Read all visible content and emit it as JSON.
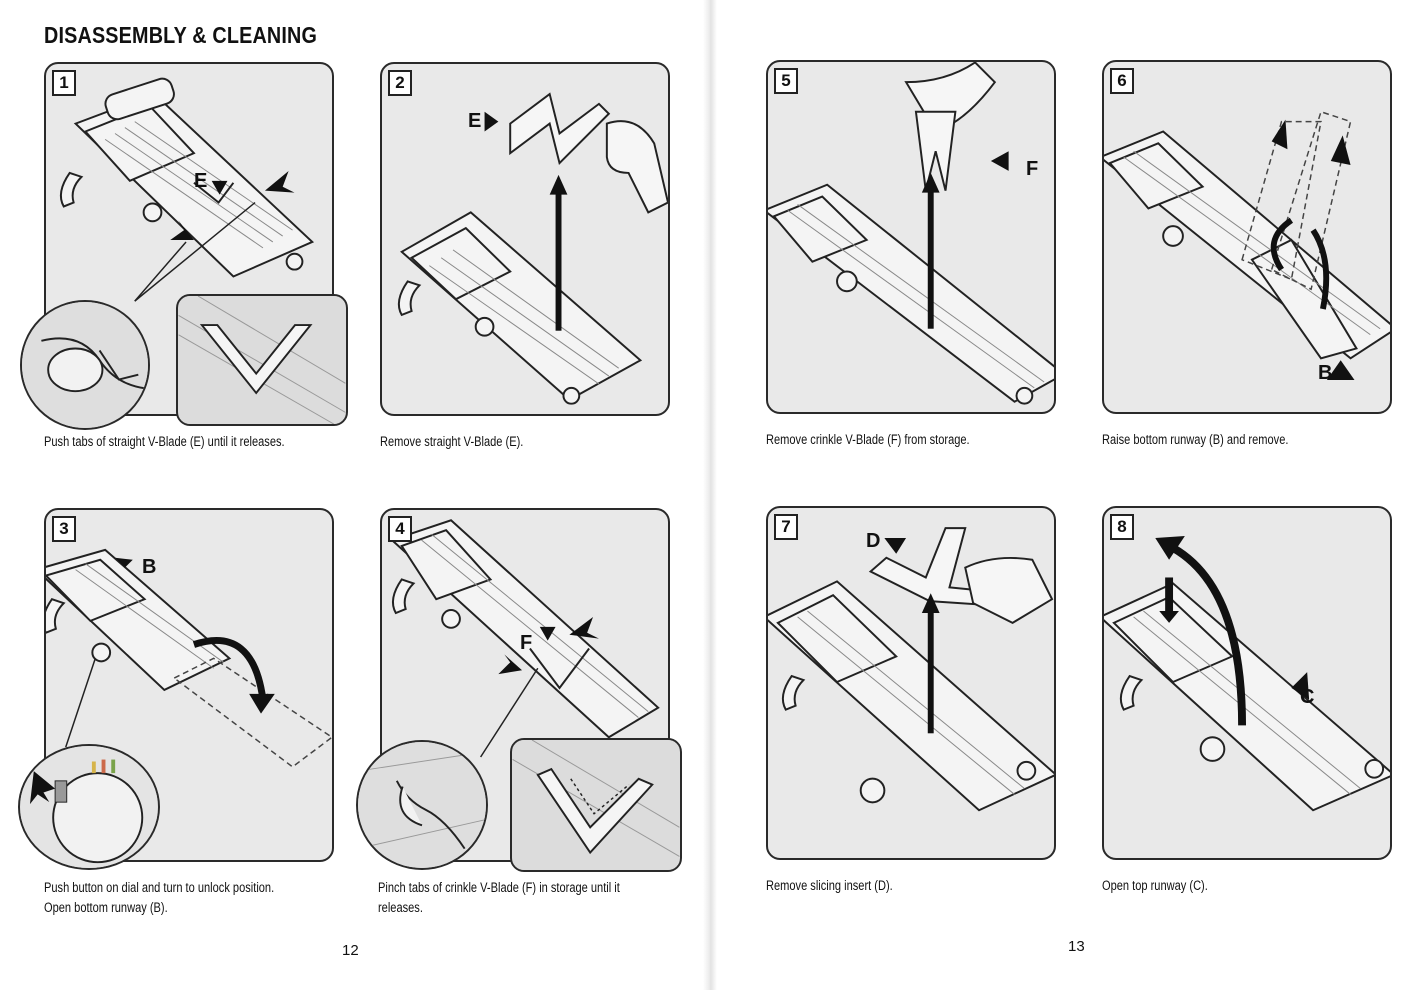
{
  "title": "DISASSEMBLY & CLEANING",
  "steps": [
    {
      "number": "1",
      "caption_lines": [
        "Push tabs of straight V-Blade (E) until it releases."
      ],
      "callouts": [
        "E"
      ]
    },
    {
      "number": "2",
      "caption_lines": [
        "Remove straight V-Blade (E)."
      ],
      "callouts": [
        "E"
      ]
    },
    {
      "number": "3",
      "caption_lines": [
        "Push button on dial and turn to unlock position.",
        "Open bottom runway (B)."
      ],
      "callouts": [
        "B"
      ]
    },
    {
      "number": "4",
      "caption_lines": [
        "Pinch tabs of crinkle V-Blade (F) in storage until it",
        "releases."
      ],
      "callouts": [
        "F"
      ]
    },
    {
      "number": "5",
      "caption_lines": [
        "Remove crinkle V-Blade (F) from storage."
      ],
      "callouts": [
        "F"
      ]
    },
    {
      "number": "6",
      "caption_lines": [
        "Raise bottom runway (B) and remove."
      ],
      "callouts": [
        "B"
      ]
    },
    {
      "number": "7",
      "caption_lines": [
        "Remove slicing insert (D)."
      ],
      "callouts": [
        "D"
      ]
    },
    {
      "number": "8",
      "caption_lines": [
        "Open top runway (C)."
      ],
      "callouts": [
        "C"
      ]
    }
  ],
  "page_numbers": {
    "left": "12",
    "right": "13"
  }
}
